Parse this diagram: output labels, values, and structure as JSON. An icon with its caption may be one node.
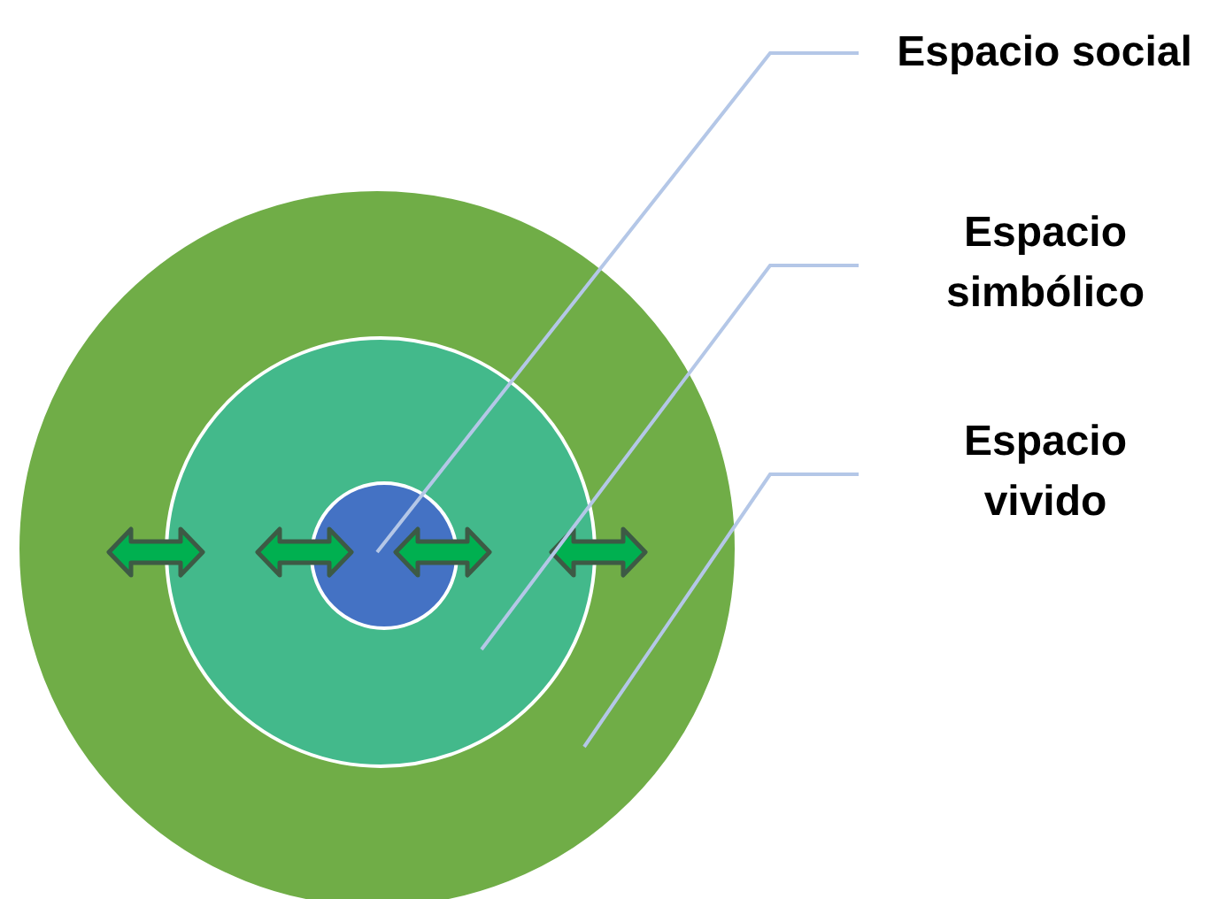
{
  "diagram": {
    "nodes": [
      {
        "text": [],
        "shape": "circle"
      },
      {
        "text": [],
        "shape": "circle",
        "in": 0
      },
      {
        "text": [],
        "shape": "circle",
        "in": 1
      },
      {
        "text": [
          "Espacio social"
        ]
      },
      {
        "text": [
          "Espacio simbólico"
        ]
      },
      {
        "text": [
          "Espacio vivido"
        ]
      }
    ],
    "edges": [
      {
        "from": 3,
        "to": 2,
        "arrow": "none"
      },
      {
        "from": 4,
        "to": 1,
        "arrow": "none"
      },
      {
        "from": 5,
        "to": 0,
        "arrow": "none"
      }
    ]
  }
}
